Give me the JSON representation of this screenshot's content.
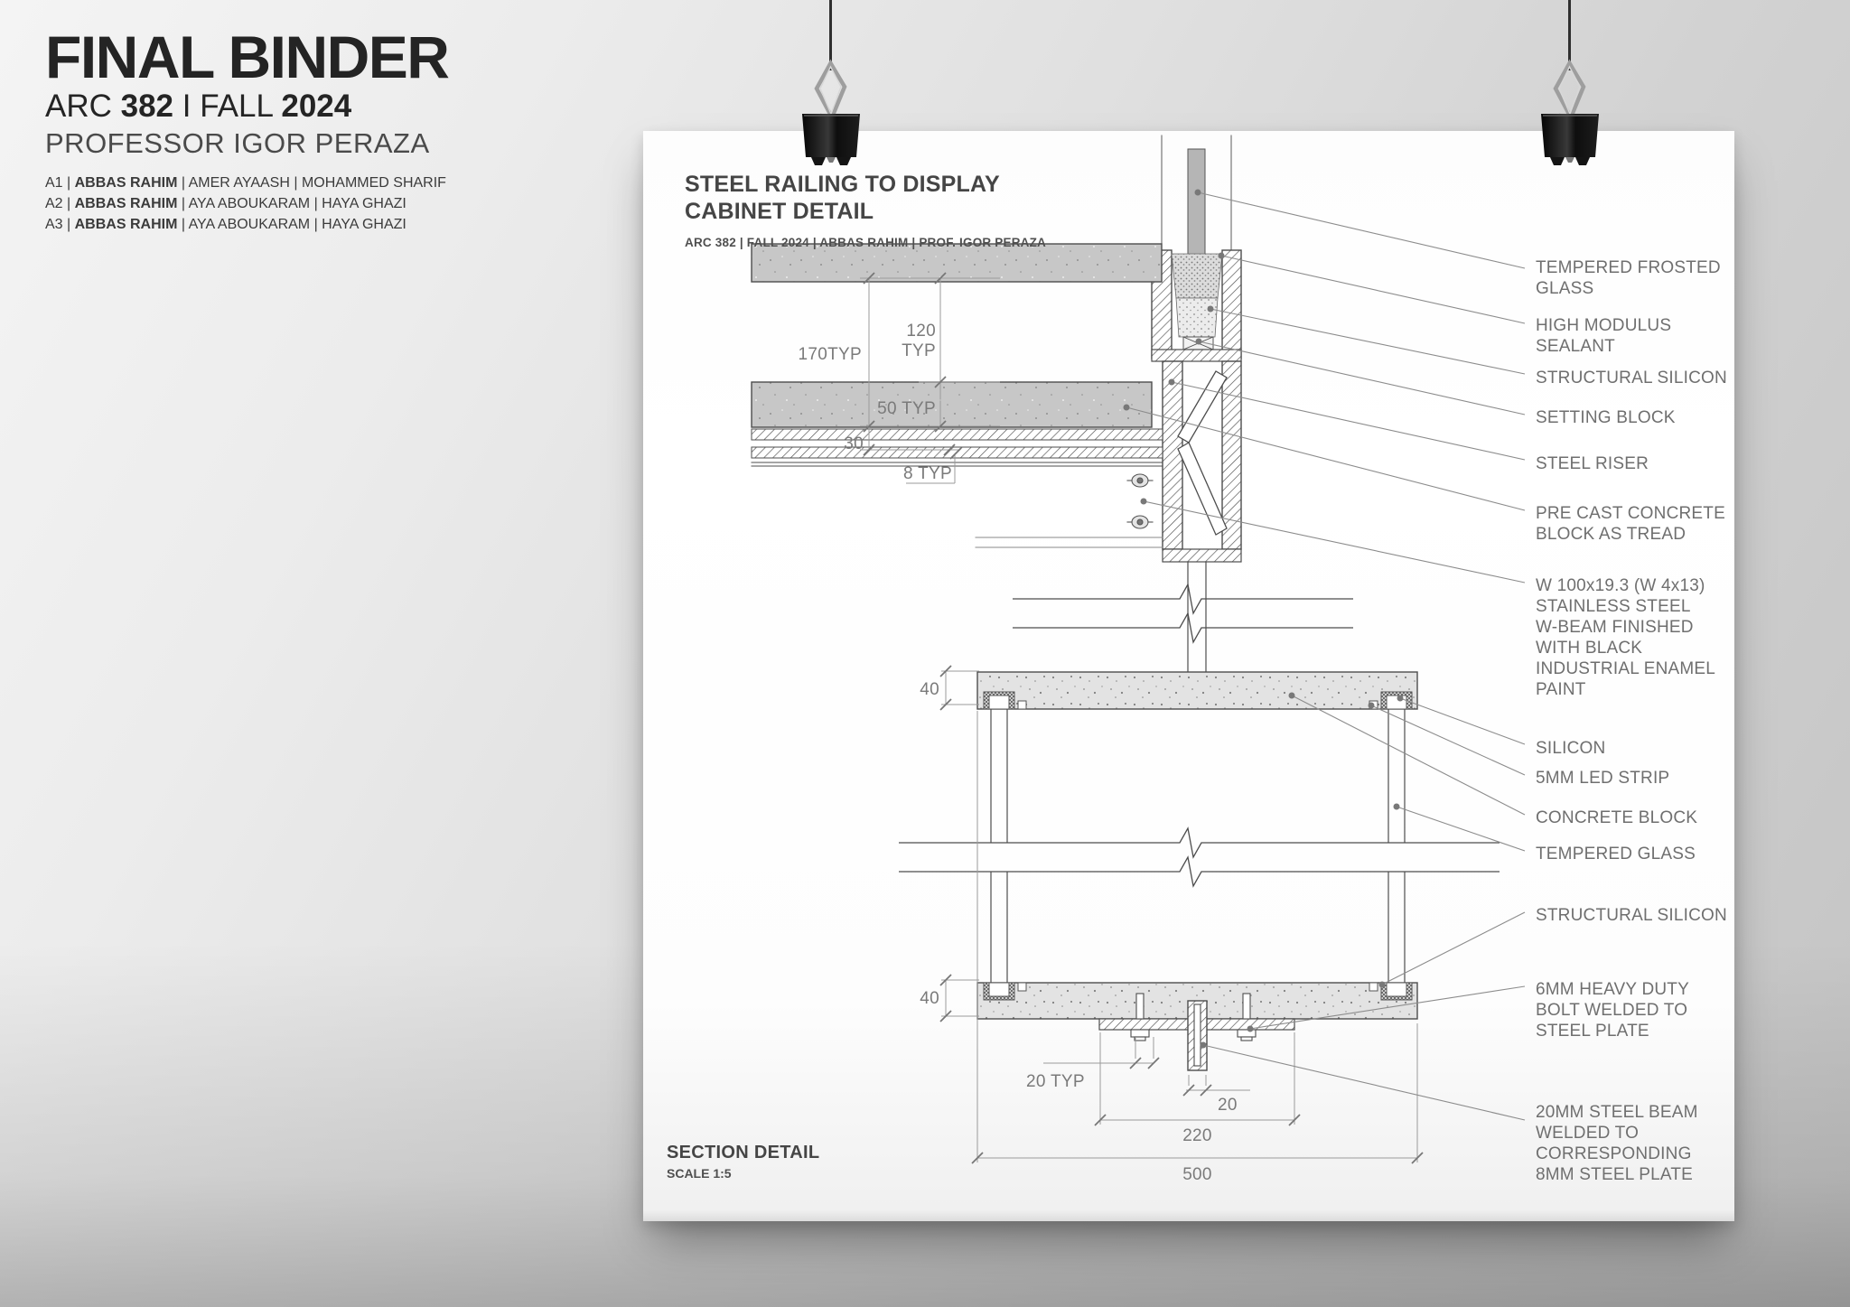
{
  "wall_header": {
    "title": "FINAL BINDER",
    "sub": {
      "arc": "ARC ",
      "num": "382",
      "mid": " I FALL ",
      "year": "2024"
    },
    "professor": "PROFESSOR IGOR PERAZA",
    "teams": [
      {
        "prefix": "A1 | ",
        "lead": "ABBAS RAHIM",
        "rest": " | AMER AYAASH | MOHAMMED SHARIF"
      },
      {
        "prefix": "A2 | ",
        "lead": "ABBAS RAHIM",
        "rest": " | AYA ABOUKARAM | HAYA GHAZI"
      },
      {
        "prefix": "A3 | ",
        "lead": "ABBAS RAHIM",
        "rest": " | AYA ABOUKARAM | HAYA GHAZI"
      }
    ]
  },
  "sheet": {
    "title": "STEEL RAILING TO DISPLAY\nCABINET DETAIL",
    "subtitle": "ARC 382 | FALL 2024 | ABBAS RAHIM | PROF. IGOR PERAZA",
    "section_title": "SECTION DETAIL",
    "scale": "SCALE 1:5",
    "labels": [
      {
        "text": "TEMPERED FROSTED\nGLASS"
      },
      {
        "text": "HIGH MODULUS\nSEALANT"
      },
      {
        "text": "STRUCTURAL SILICON"
      },
      {
        "text": "SETTING BLOCK"
      },
      {
        "text": "STEEL RISER"
      },
      {
        "text": "PRE CAST CONCRETE\nBLOCK AS TREAD"
      },
      {
        "text": "W 100x19.3 (W 4x13)\nSTAINLESS STEEL\nW-BEAM FINISHED\nWITH BLACK\nINDUSTRIAL ENAMEL\nPAINT"
      },
      {
        "text": "SILICON"
      },
      {
        "text": "5MM LED STRIP"
      },
      {
        "text": "CONCRETE BLOCK"
      },
      {
        "text": "TEMPERED GLASS"
      },
      {
        "text": "STRUCTURAL SILICON"
      },
      {
        "text": "6MM HEAVY DUTY\nBOLT WELDED TO\nSTEEL PLATE"
      },
      {
        "text": "20MM STEEL BEAM\nWELDED TO\nCORRESPONDING\n8MM STEEL PLATE"
      }
    ],
    "dims": {
      "d120": "120 TYP",
      "d170": "170TYP",
      "d50": "50 TYP",
      "d30": "30",
      "d8": "8 TYP",
      "d40_top": "40",
      "d40_bottom": "40",
      "d20_typ": "20 TYP",
      "d20": "20",
      "d220": "220",
      "d500": "500"
    }
  },
  "colors": {
    "wall": "#d8d8d8",
    "paper": "#ffffff",
    "ink": "#4d4d4d",
    "dim_gray": "#9b9b9b",
    "label_gray": "#6f6f6f",
    "concrete": "#c9c9c9",
    "glass": "#b5b5b5",
    "clip_black": "#161616"
  }
}
